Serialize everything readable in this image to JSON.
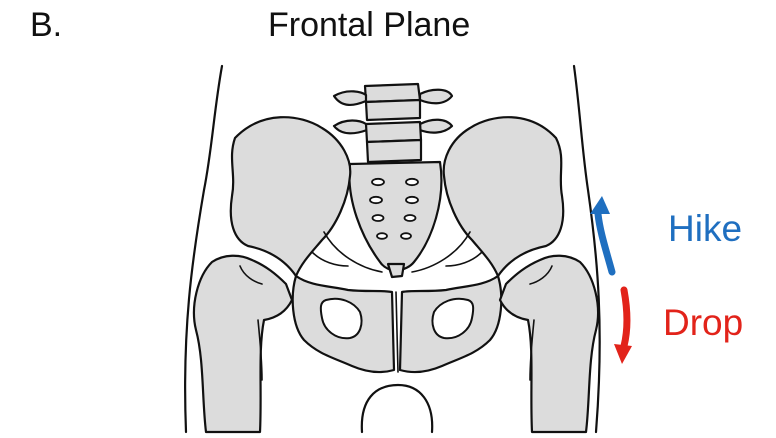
{
  "panel_label": "B.",
  "title": "Frontal Plane",
  "motion": {
    "up_label": "Hike",
    "down_label": "Drop",
    "up_color": "#1f6fc0",
    "down_color": "#e2231a"
  },
  "figure": {
    "bone_fill": "#dcdcdc",
    "outline": "#111111",
    "subject": "pelvis-anterior-view"
  }
}
